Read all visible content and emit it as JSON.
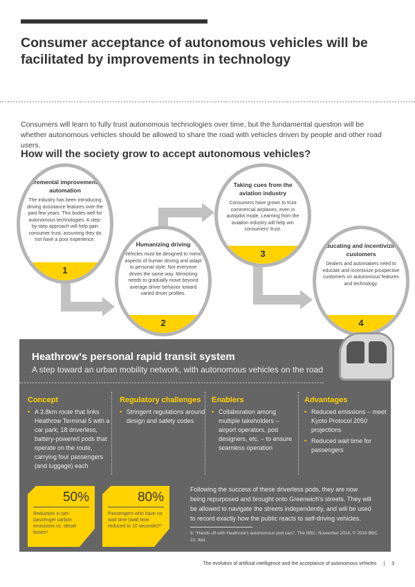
{
  "title": "Consumer acceptance of autonomous vehicles will be facilitated by improvements in technology",
  "intro": "Consumers will learn to fully trust autonomous technologies over time, but the fundamental question will be whether autonomous vehicles should be allowed to share the road with vehicles driven by people and other road users.",
  "question": "How will the society grow to accept autonomous vehicles?",
  "steps": [
    {
      "number": "1",
      "title": "Incremental improvement in automation",
      "text": "The industry has been introducing driving assistance features over the past few years. This bodes well for autonomous technologies. A step-by-step approach will help gain consumer trust, assuming they do not have a poor experience."
    },
    {
      "number": "2",
      "title": "Humanizing driving",
      "text": "Vehicles must be designed to mimic aspects of human driving and adapt to personal style. Not everyone drives the same way. Mimicking needs to gradually move beyond average driver behavior toward varied driver profiles."
    },
    {
      "number": "3",
      "title": "Taking cues from the aviation industry",
      "text": "Consumers have grown to trust commercial airplanes, even in autopilot mode. Learning from the aviation industry will help win consumers' trust."
    },
    {
      "number": "4",
      "title": "Educating and incentivizing customers",
      "text": "Dealers and automakers need to educate and incentivize prospective customers on autonomous features and technology."
    }
  ],
  "panel": {
    "heading": "Heathrow's personal rapid transit system",
    "subheading": "A step toward an urban mobility network, with autonomous vehicles on the road",
    "columns": [
      {
        "title": "Concept",
        "items": [
          "A 3.8km route that links Heathrow Terminal 5 with a car park; 18 driverless, battery-powered pods that operate on the route, carrying four passengers (and luggage) each"
        ]
      },
      {
        "title": "Regulatory challenges",
        "items": [
          "Stringent regulations around design and safety codes"
        ]
      },
      {
        "title": "Enablers",
        "items": [
          "Collaboration among multiple takeholders – airport operators, pod designers, etc. – to ensure seamless operation"
        ]
      },
      {
        "title": "Advantages",
        "items": [
          "Reduced emissions – meet Kyoto Protocol 2050 projections",
          "Reduced wait time for passengers"
        ]
      }
    ],
    "stats": [
      {
        "value": "50%",
        "desc": "Reduction in per-passenger carbon emissions vs. diesel buses⁹"
      },
      {
        "value": "80%",
        "desc": "Passengers who have no wait time (wait time reduced to 10 seconds)¹⁰"
      }
    ],
    "paragraph": "Following the success of these driverless pods, they are now being repurposed and brought onto Greenwich's streets. They will be allowed to navigate the streets independently, and will be used to record exactly how the public reacts to self-driving vehicles.",
    "footnotes": [
      "9. \"Hands off with Heathrow's autonomous pod cars\", The BBC, November 2014, © 2016 BBC",
      "10. Ibid."
    ]
  },
  "footer": {
    "text": "The evolution of artificial intelligence and the acceptance of autonomous vehicles",
    "page": "3"
  }
}
